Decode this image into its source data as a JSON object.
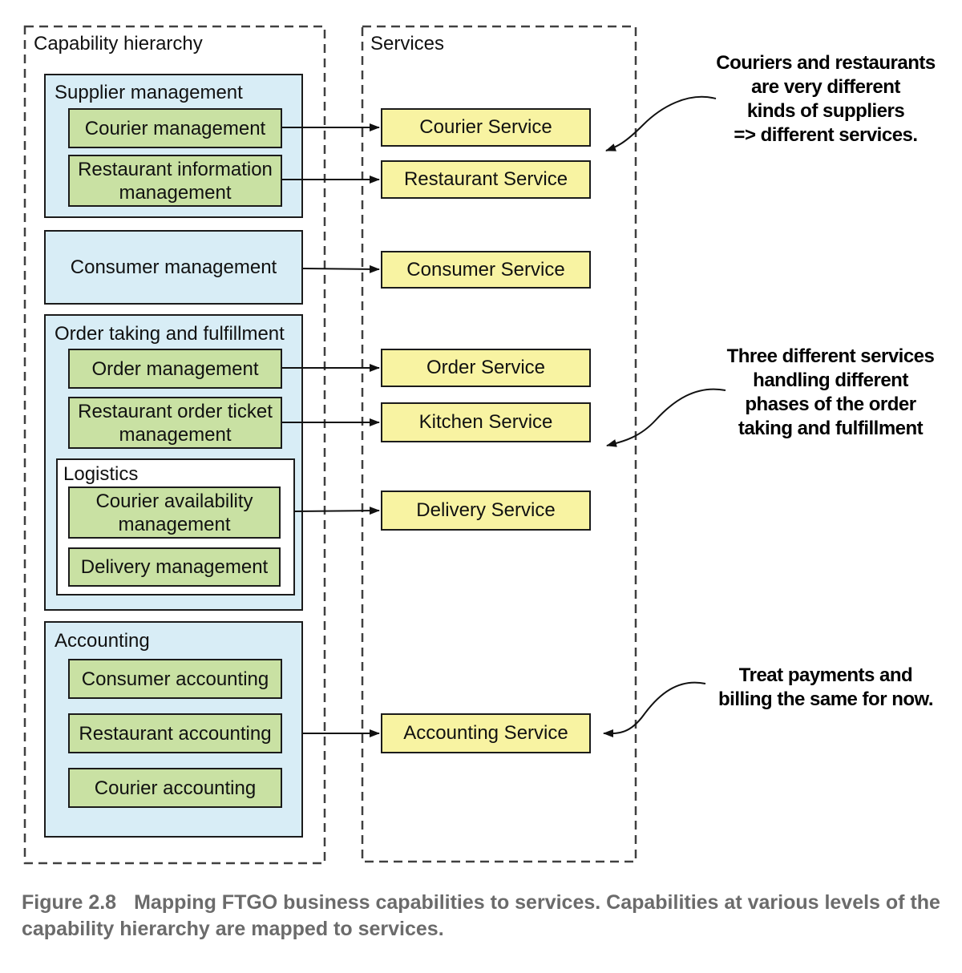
{
  "panels": {
    "capability": {
      "title": "Capability hierarchy"
    },
    "services": {
      "title": "Services"
    }
  },
  "capabilities": {
    "supplier": {
      "label": "Supplier management",
      "courier_management": "Courier management",
      "restaurant_information_management": "Restaurant information management"
    },
    "consumer_management": "Consumer management",
    "order_taking": {
      "label": "Order taking and fulfillment",
      "order_management": "Order management",
      "restaurant_order_ticket_management": "Restaurant order ticket management",
      "logistics": {
        "label": "Logistics",
        "courier_availability_management": "Courier availability management",
        "delivery_management": "Delivery management"
      }
    },
    "accounting": {
      "label": "Accounting",
      "consumer_accounting": "Consumer accounting",
      "restaurant_accounting": "Restaurant accounting",
      "courier_accounting": "Courier accounting"
    }
  },
  "services": {
    "courier": "Courier Service",
    "restaurant": "Restaurant Service",
    "consumer": "Consumer Service",
    "order": "Order Service",
    "kitchen": "Kitchen Service",
    "delivery": "Delivery Service",
    "accounting": "Accounting Service"
  },
  "annotations": {
    "a1": {
      "lines": [
        "Couriers and restaurants",
        "are very different",
        "kinds of suppliers",
        "=> different services."
      ]
    },
    "a2": {
      "lines": [
        "Three different services",
        "handling different",
        "phases of the order",
        "taking and fulfillment"
      ]
    },
    "a3": {
      "lines": [
        "Treat payments and",
        "billing the same for now."
      ]
    }
  },
  "caption": {
    "label": "Figure 2.8",
    "text": "Mapping FTGO business capabilities to services. Capabilities at various levels of the capability hierarchy are mapped to services."
  },
  "colors": {
    "group_bg": "#d8edf6",
    "capability_bg": "#c9e1a3",
    "service_bg": "#f8f3a2",
    "box_border": "#1b1b1b",
    "dashed_border": "#404040",
    "caption_text": "#6b6b6b",
    "annotation_text": "#000000"
  }
}
